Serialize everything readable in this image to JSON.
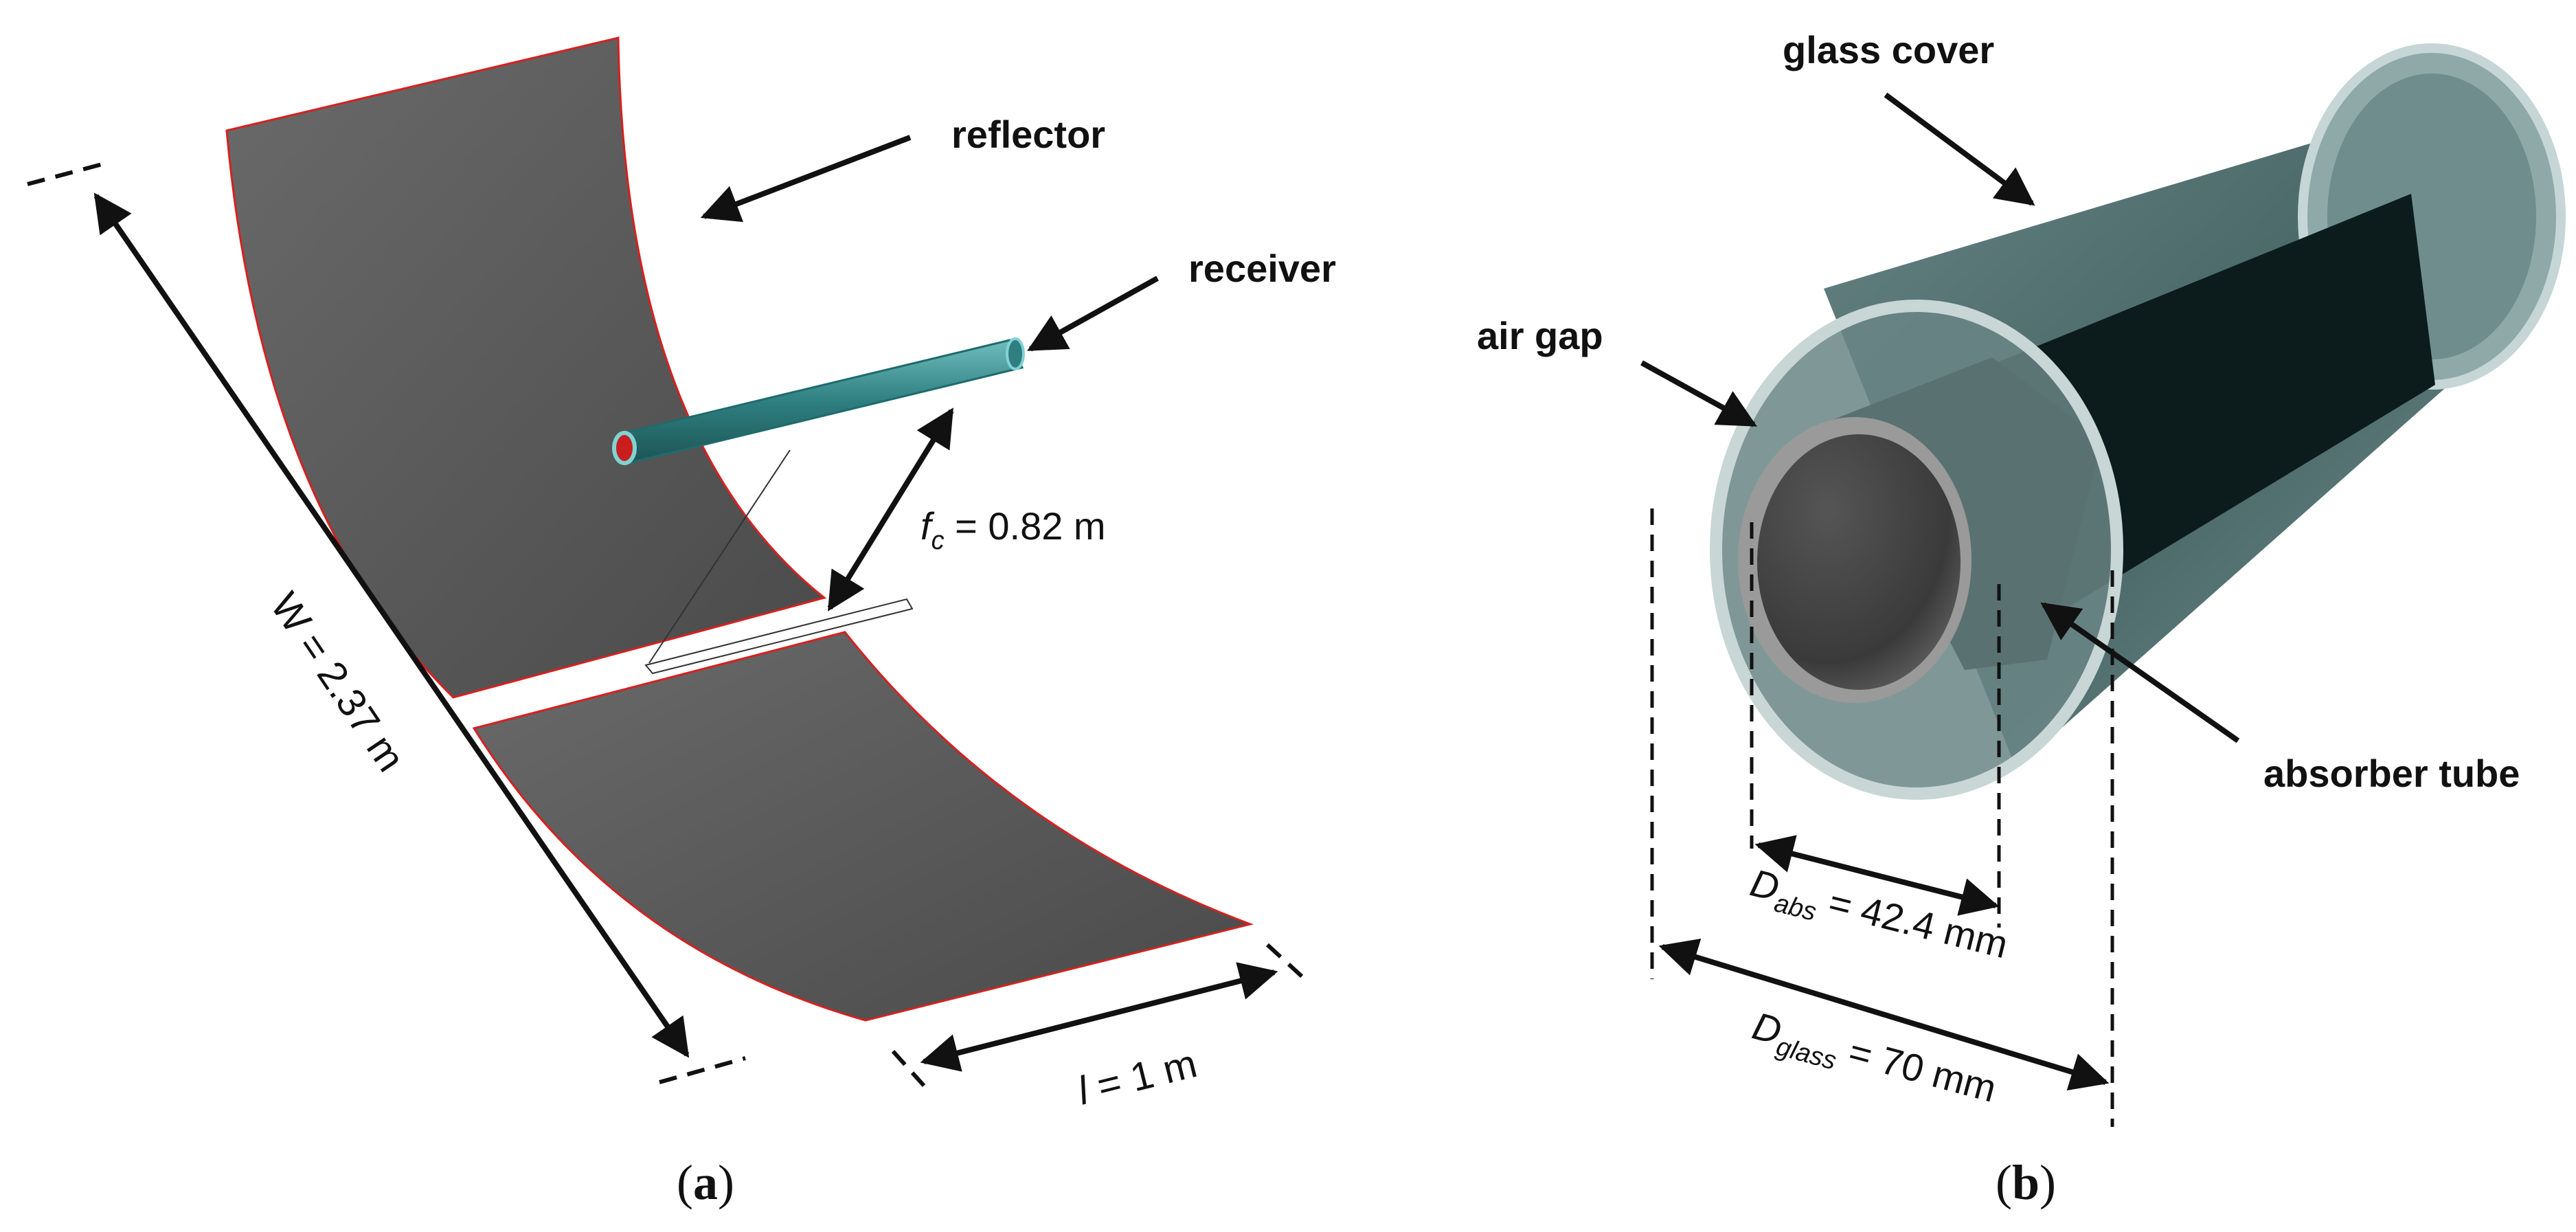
{
  "panel_a": {
    "caption_open": "(",
    "caption_letter": "a",
    "caption_close": ")",
    "labels": {
      "reflector": "reflector",
      "receiver": "receiver"
    },
    "dimensions": {
      "focal_symbol": "f",
      "focal_sub": "c",
      "focal_value": " = 0.82 m",
      "width": "W = 2.37 m",
      "length_symbol": "l",
      "length_value": " = 1 m"
    }
  },
  "panel_b": {
    "caption_open": "(",
    "caption_letter": "b",
    "caption_close": ")",
    "labels": {
      "glass_cover": "glass cover",
      "air_gap": "air gap",
      "absorber_tube": "absorber tube"
    },
    "dimensions": {
      "abs_symbol": "D",
      "abs_sub": "abs",
      "abs_value": " = 42.4 mm",
      "glass_symbol": "D",
      "glass_sub": "glass",
      "glass_value": " = 70 mm"
    }
  },
  "colors": {
    "reflector_fill": "#5a5a5a",
    "reflector_edge": "#d62020",
    "receiver_fill": "#3a8a8a",
    "receiver_core": "#c81e1e",
    "glass": "#9fb8b8",
    "absorber": "#0a0a0a",
    "ink": "#111111"
  }
}
